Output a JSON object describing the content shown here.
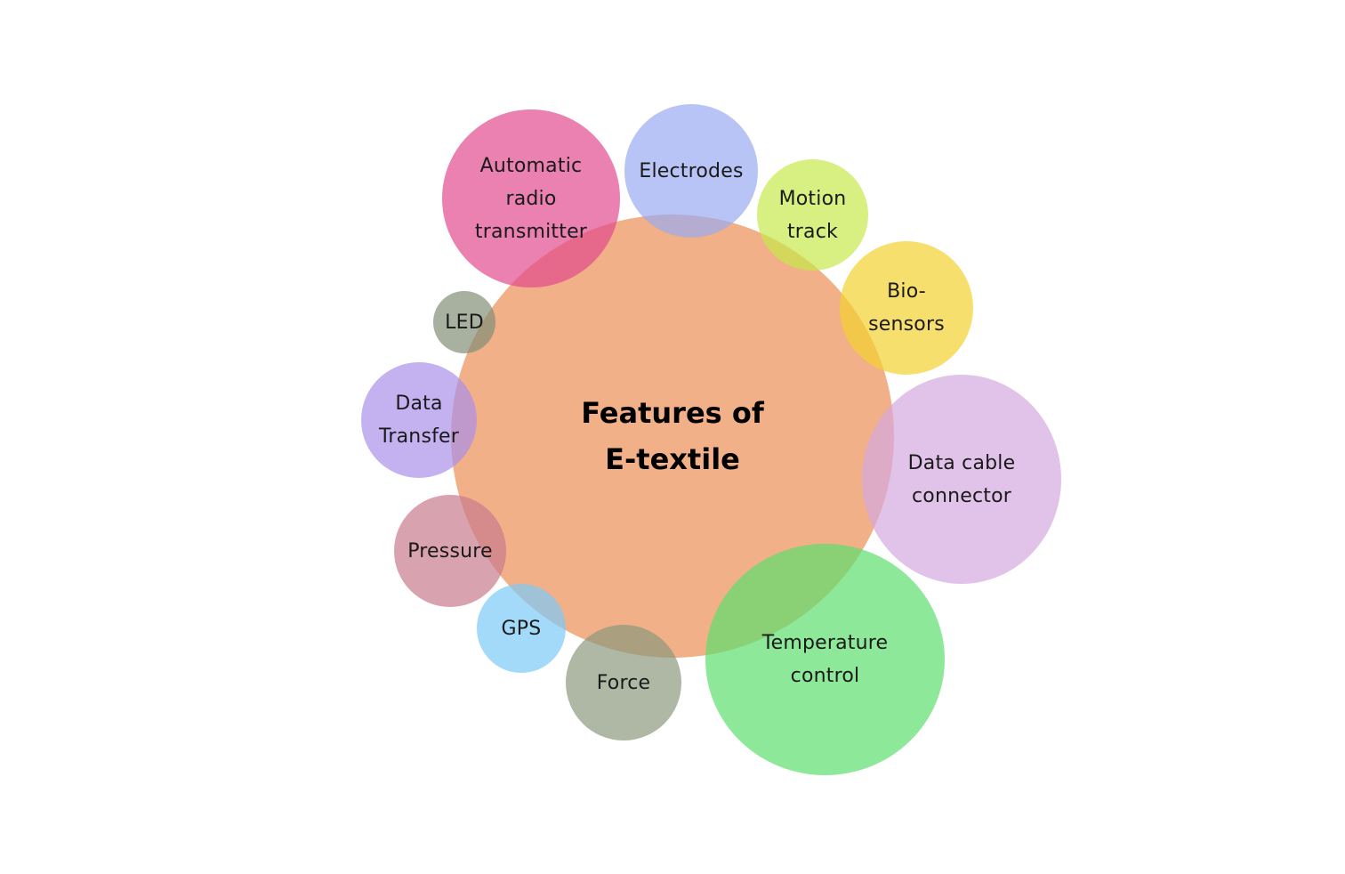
{
  "center": {
    "label": "Features of\nE-textile",
    "color": "#eb8f55"
  },
  "features": [
    {
      "id": "automatic-radio-transmitter",
      "label": "Automatic\nradio\ntransmitter",
      "color": "#e14b8f"
    },
    {
      "id": "electrodes",
      "label": "Electrodes",
      "color": "#9aabf1"
    },
    {
      "id": "motion-track",
      "label": "Motion\ntrack",
      "color": "#c6e94c"
    },
    {
      "id": "bio-sensors",
      "label": "Bio-\nsensors",
      "color": "#f3d230"
    },
    {
      "id": "data-cable-connector",
      "label": "Data cable\nconnector",
      "color": "#d4aadf"
    },
    {
      "id": "temperature-control",
      "label": "Temperature\ncontrol",
      "color": "#5ede6e"
    },
    {
      "id": "force",
      "label": "Force",
      "color": "#8b9a7e"
    },
    {
      "id": "gps",
      "label": "GPS",
      "color": "#7ccbf8"
    },
    {
      "id": "pressure",
      "label": "Pressure",
      "color": "#c97b8d"
    },
    {
      "id": "data-transfer",
      "label": "Data\nTransfer",
      "color": "#ab90e9"
    },
    {
      "id": "led",
      "label": "LED",
      "color": "#838f78"
    }
  ]
}
